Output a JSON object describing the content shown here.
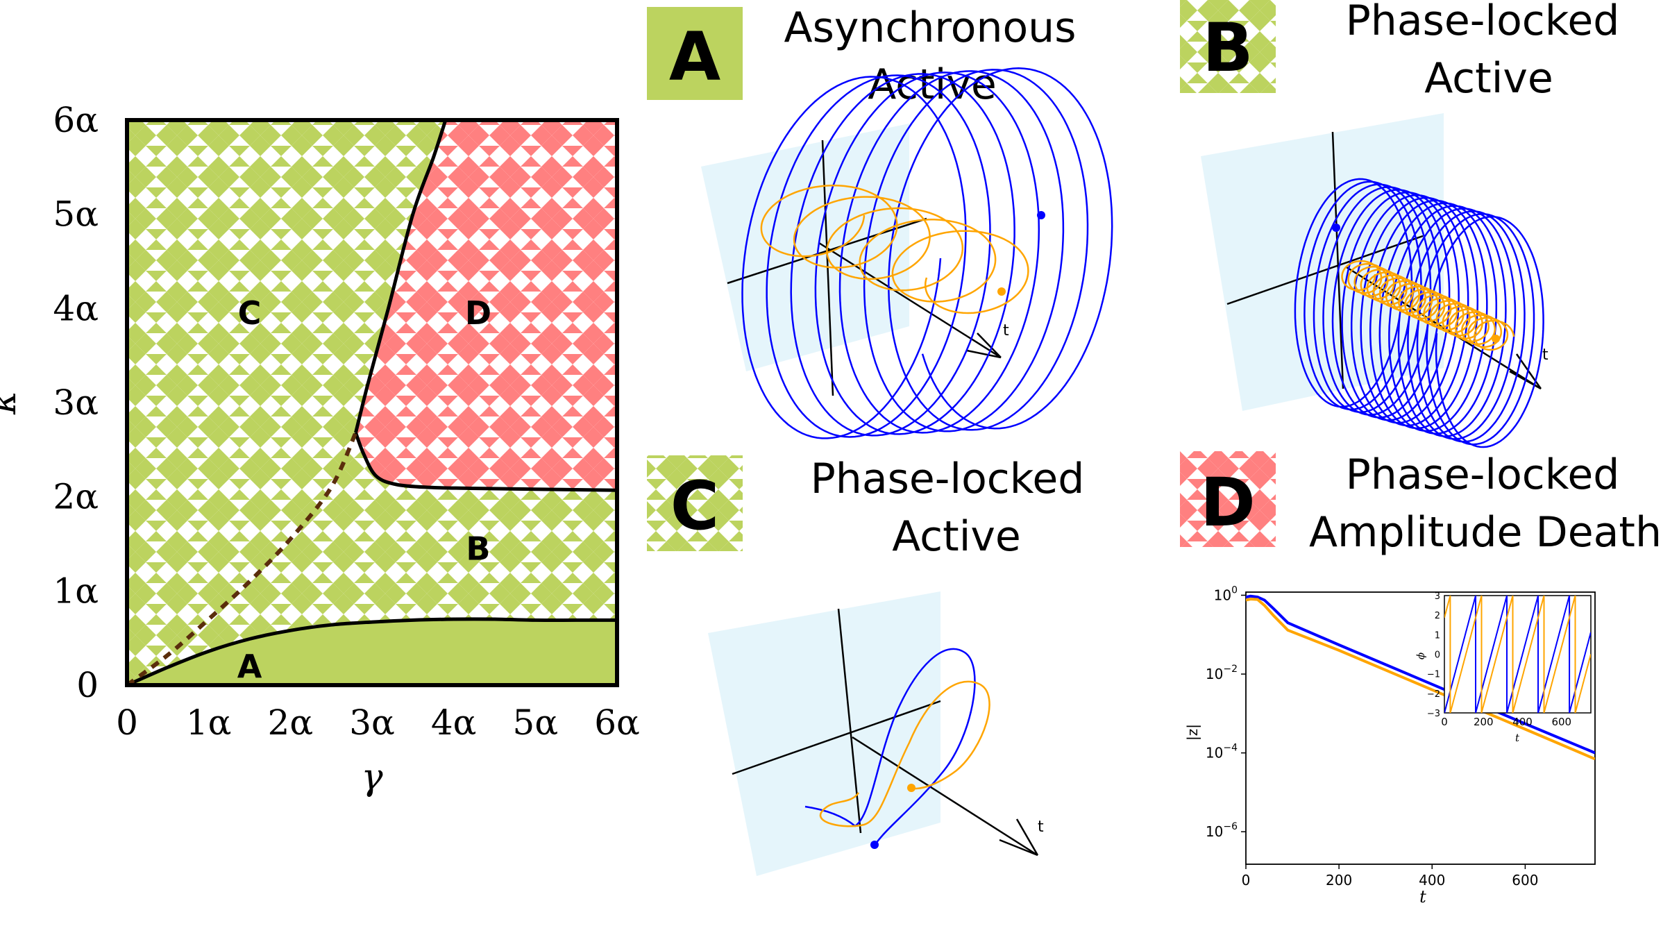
{
  "colors": {
    "green": "#bcd35f",
    "red": "#ff8080",
    "boundary": "#000000",
    "dashed": "#5a2d0c",
    "blue": "#0000ff",
    "orange": "#ffa500",
    "plane": "#e5f5fb"
  },
  "phase_diagram": {
    "xlabel": "γ",
    "ylabel": "κ",
    "xticks": [
      "0",
      "1α",
      "2α",
      "3α",
      "4α",
      "5α",
      "6α"
    ],
    "yticks": [
      "0",
      "1α",
      "2α",
      "3α",
      "4α",
      "5α",
      "6α"
    ],
    "xlim": [
      0,
      6
    ],
    "ylim": [
      0,
      6
    ],
    "regions": [
      {
        "label": "A",
        "x": 1.5,
        "y": 0.2
      },
      {
        "label": "B",
        "x": 4.3,
        "y": 1.45
      },
      {
        "label": "C",
        "x": 1.5,
        "y": 3.95
      },
      {
        "label": "D",
        "x": 4.3,
        "y": 3.95
      }
    ]
  },
  "panels": {
    "a": {
      "letter": "A",
      "title_line1": "Asynchronous",
      "title_line2": "Active",
      "axis": "t"
    },
    "b": {
      "letter": "B",
      "title_line1": "Phase-locked",
      "title_line2": "Active",
      "axis": "t"
    },
    "c": {
      "letter": "C",
      "title_line1": "Phase-locked",
      "title_line2": "Active",
      "axis": "t"
    },
    "d": {
      "letter": "D",
      "title_line1": "Phase-locked",
      "title_line2": "Amplitude Death"
    }
  },
  "chart_data": [
    {
      "type": "area",
      "title": "",
      "xlabel": "γ",
      "ylabel": "κ",
      "xlim": [
        0,
        6
      ],
      "ylim": [
        0,
        6
      ],
      "series": [
        {
          "name": "",
          "x": [
            0,
            0.5,
            1,
            1.5,
            2,
            2.5,
            3,
            3.5,
            4,
            4.5,
            5,
            5.5,
            6
          ],
          "values": [
            0,
            0.19,
            0.36,
            0.49,
            0.58,
            0.64,
            0.67,
            0.69,
            0.7,
            0.7,
            0.69,
            0.69,
            0.69
          ]
        },
        {
          "name": "",
          "x": [
            2.8,
            2.9,
            3.05,
            3.3,
            3.7,
            4.2,
            5,
            6
          ],
          "values": [
            2.68,
            2.45,
            2.22,
            2.13,
            2.1,
            2.09,
            2.08,
            2.07
          ]
        },
        {
          "name": "",
          "x": [
            2.8,
            2.95,
            3.2,
            3.5,
            3.75,
            3.9
          ],
          "values": [
            2.68,
            3.2,
            4.0,
            5.0,
            5.6,
            6
          ]
        },
        {
          "name": "",
          "x": [
            0,
            0.5,
            1,
            1.5,
            2,
            2.5,
            2.8
          ],
          "values": [
            0,
            0.32,
            0.7,
            1.1,
            1.55,
            2.1,
            2.68
          ]
        }
      ]
    },
    {
      "type": "line",
      "title": "",
      "xlabel": "t",
      "ylabel": "|z|",
      "yscale": "log",
      "xlim": [
        0,
        750
      ],
      "ylim": [
        1.5e-07,
        1.2
      ],
      "xticks": [
        "0",
        "200",
        "400",
        "600"
      ],
      "yticks": [
        "10^0",
        "10^-2",
        "10^-4",
        "10^-6"
      ],
      "series": [
        {
          "name": "",
          "color": "#0000ff",
          "x": [
            0,
            10,
            25,
            40,
            60,
            90,
            200,
            400,
            600,
            750
          ],
          "values": [
            0.9,
            0.95,
            0.9,
            0.75,
            0.45,
            0.2,
            0.055,
            0.0055,
            0.00055,
            0.0001
          ]
        },
        {
          "name": "",
          "color": "#ffa500",
          "x": [
            0,
            10,
            25,
            40,
            60,
            90,
            200,
            400,
            600,
            750
          ],
          "values": [
            0.75,
            0.8,
            0.78,
            0.55,
            0.3,
            0.13,
            0.04,
            0.004,
            0.0004,
            7e-05
          ]
        }
      ]
    },
    {
      "type": "line",
      "title": "",
      "xlabel": "t",
      "ylabel": "ϕ",
      "xlim": [
        0,
        750
      ],
      "ylim": [
        -3,
        3
      ],
      "xticks": [
        "0",
        "200",
        "400",
        "600"
      ],
      "yticks": [
        "3",
        "2",
        "1",
        "0",
        "−1",
        "−2",
        "−3"
      ],
      "series": [
        {
          "name": "",
          "color": "#0000ff",
          "period": 160,
          "phase_offset": 0
        },
        {
          "name": "",
          "color": "#ffa500",
          "period": 160,
          "phase_offset": 30
        }
      ]
    }
  ]
}
